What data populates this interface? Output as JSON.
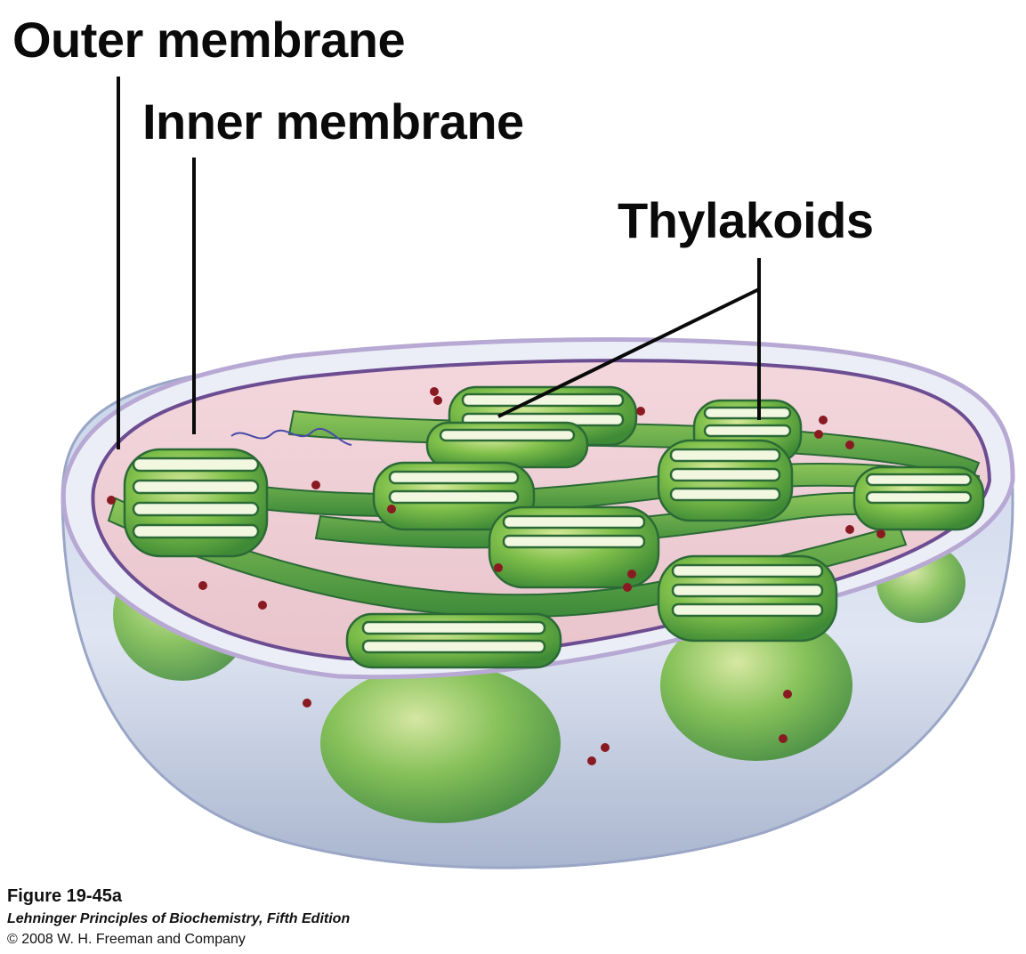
{
  "labels": {
    "outer_membrane": "Outer membrane",
    "inner_membrane": "Inner membrane",
    "thylakoids": "Thylakoids"
  },
  "caption": {
    "figure": "Figure 19-45a",
    "book": "Lehninger Principles of Biochemistry, Fifth Edition",
    "copyright": "© 2008 W. H. Freeman and Company"
  },
  "colors": {
    "outer_membrane": "#b7a9d3",
    "inner_membrane": "#6c4d92",
    "stroma": "#f1d3da",
    "thylakoid_green": "#4f9a3a",
    "thylakoid_dark": "#2b6a36",
    "granum_light": "#c8e08a",
    "envelope_glass": "#d7e0ef",
    "ribosome": "#8a1a22",
    "leader_line": "#0a0a0a"
  }
}
